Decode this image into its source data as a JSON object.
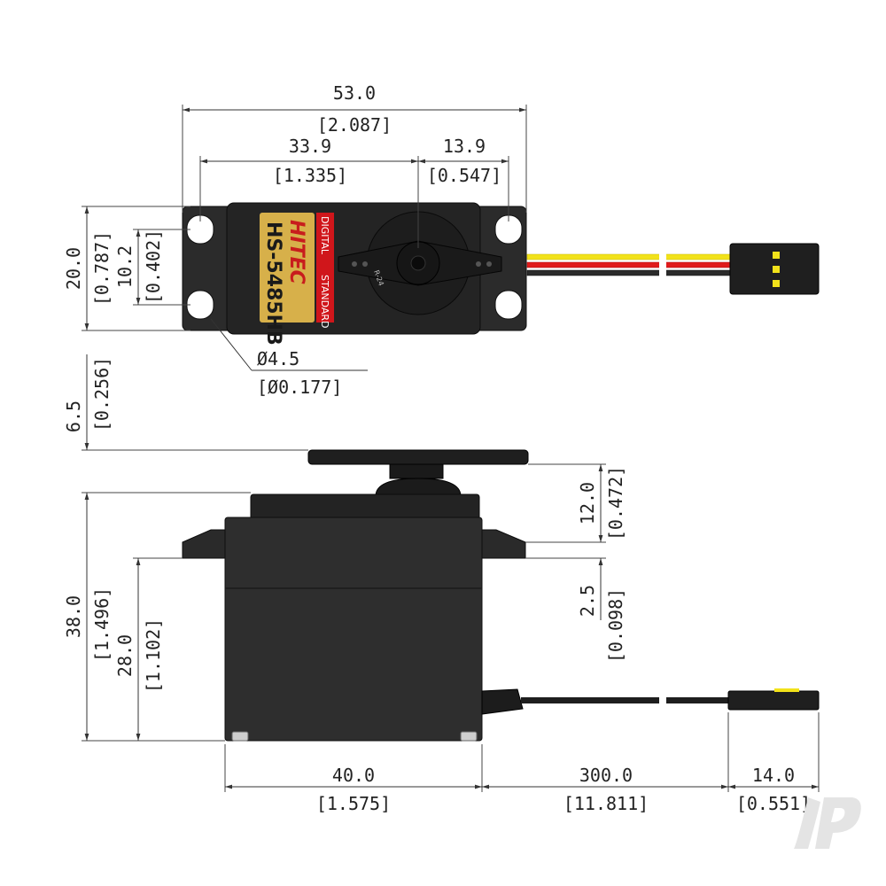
{
  "label": {
    "model": "HS-5485HB",
    "brand": "HITEC",
    "type_left": "DIGITAL",
    "type_right": "STANDARD",
    "horn_text": "R-24"
  },
  "dims": {
    "overall_width": "53.0",
    "overall_width_in": "[2.087]",
    "left_width": "33.9",
    "left_width_in": "[1.335]",
    "right_width": "13.9",
    "right_width_in": "[0.547]",
    "mount_height": "20.0",
    "mount_height_in": "[0.787]",
    "hole_spacing": "10.2",
    "hole_spacing_in": "[0.402]",
    "hole_dia": "Ø4.5",
    "hole_dia_in": "[Ø0.177]",
    "horn_height": "6.5",
    "horn_height_in": "[0.256]",
    "top_height": "12.0",
    "top_height_in": "[0.472]",
    "flange_thick": "2.5",
    "flange_thick_in": "[0.098]",
    "total_height": "38.0",
    "total_height_in": "[1.496]",
    "body_height": "28.0",
    "body_height_in": "[1.102]",
    "case_width": "40.0",
    "case_width_in": "[1.575]",
    "lead_length": "300.0",
    "lead_length_in": "[11.811]",
    "plug_length": "14.0",
    "plug_length_in": "[0.551]"
  },
  "colors": {
    "wire_yellow": "#f2e21a",
    "wire_red": "#e01b1b",
    "wire_black": "#2b2b2b",
    "label_gold": "#d7b04a",
    "label_red": "#d0161b",
    "watermark": "#e4e4e4"
  }
}
